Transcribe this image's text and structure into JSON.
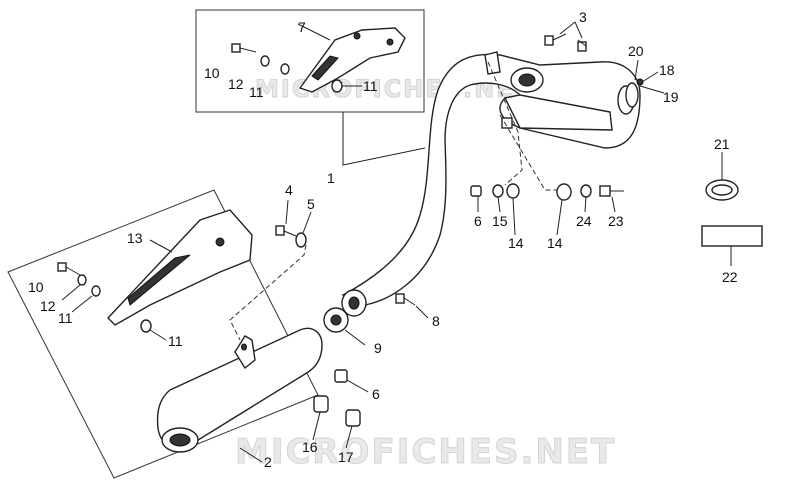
{
  "watermark": "MICROFICHES.NET",
  "callouts": {
    "c1": "1",
    "c2": "2",
    "c3": "3",
    "c4": "4",
    "c5": "5",
    "c6a": "6",
    "c6b": "6",
    "c7": "7",
    "c8": "8",
    "c9": "9",
    "c10a": "10",
    "c10b": "10",
    "c11a": "11",
    "c11b": "11",
    "c11c": "11",
    "c11d": "11",
    "c12a": "12",
    "c12b": "12",
    "c13": "13",
    "c14a": "14",
    "c14b": "14",
    "c15": "15",
    "c16": "16",
    "c17": "17",
    "c18": "18",
    "c19": "19",
    "c20": "20",
    "c21": "21",
    "c22": "22",
    "c23": "23",
    "c24": "24"
  }
}
